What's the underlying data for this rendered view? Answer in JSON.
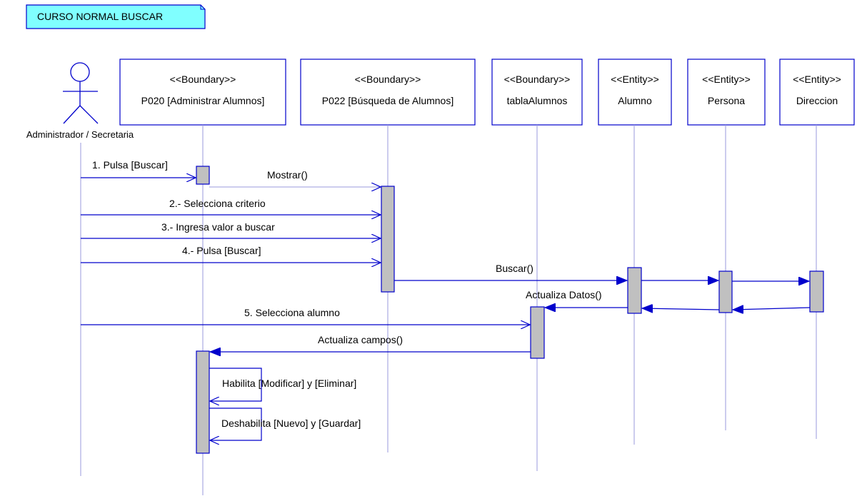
{
  "title_note": "CURSO NORMAL BUSCAR",
  "actor": {
    "name": "Administrador / Secretaria"
  },
  "participants": [
    {
      "stereotype": "<<Boundary>>",
      "name": "P020 [Administrar Alumnos]"
    },
    {
      "stereotype": "<<Boundary>>",
      "name": "P022 [Búsqueda de Alumnos]"
    },
    {
      "stereotype": "<<Boundary>>",
      "name": "tablaAlumnos"
    },
    {
      "stereotype": "<<Entity>>",
      "name": "Alumno"
    },
    {
      "stereotype": "<<Entity>>",
      "name": "Persona"
    },
    {
      "stereotype": "<<Entity>>",
      "name": "Direccion"
    }
  ],
  "messages": [
    {
      "label": "1. Pulsa [Buscar]"
    },
    {
      "label": "Mostrar()"
    },
    {
      "label": "2.- Selecciona criterio"
    },
    {
      "label": "3.- Ingresa valor a buscar"
    },
    {
      "label": "4.- Pulsa [Buscar]"
    },
    {
      "label": "Buscar()"
    },
    {
      "label": "Actualiza Datos()"
    },
    {
      "label": "5. Selecciona alumno"
    },
    {
      "label": "Actualiza campos()"
    },
    {
      "label": "Habilita [Modificar] y [Eliminar]"
    },
    {
      "label": "Deshabilita [Nuevo] y [Guardar]"
    }
  ],
  "colors": {
    "line": "#0000cc",
    "note_fill": "#80ffff",
    "activation_fill": "#c0c0c0",
    "lifeline": "#9999dd"
  }
}
